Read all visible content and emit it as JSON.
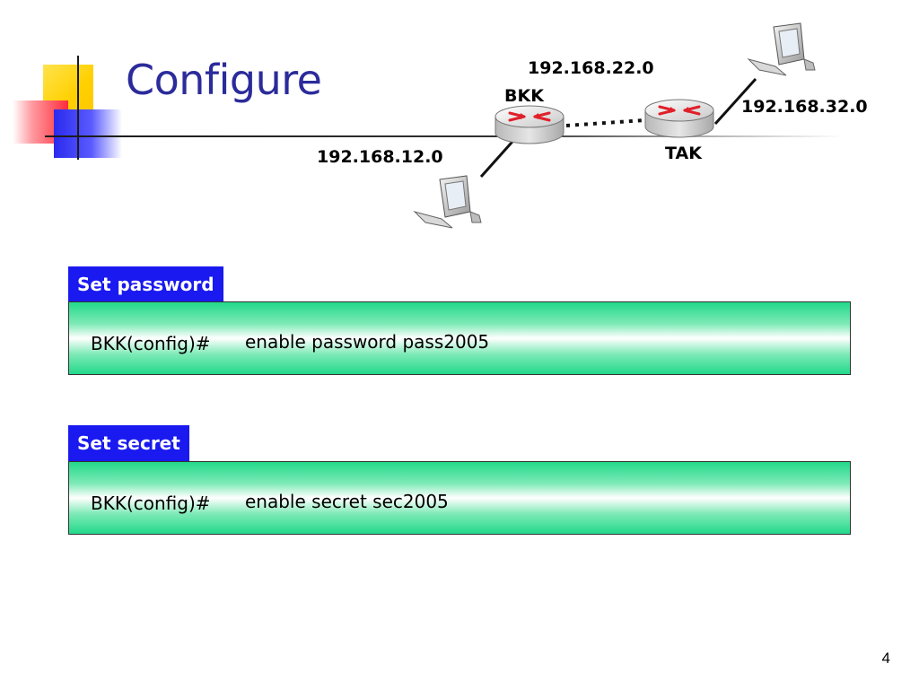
{
  "slide": {
    "title": "Configure",
    "page_number": "4"
  },
  "network": {
    "routers": [
      {
        "name": "BKK"
      },
      {
        "name": "TAK"
      }
    ],
    "networks": {
      "between_routers": "192.168.22.0",
      "tak_lan": "192.168.32.0",
      "bkk_lan": "192.168.12.0"
    }
  },
  "sections": [
    {
      "label": "Set password",
      "prompt": "BKK(config)#",
      "command": "enable password pass2005"
    },
    {
      "label": "Set secret",
      "prompt": "BKK(config)#",
      "command": "enable secret sec2005"
    }
  ],
  "colors": {
    "title": "#2b2b9b",
    "tag_background": "#1919f0",
    "box_green": "#22d98a",
    "router_arrows": "#e0202a"
  }
}
